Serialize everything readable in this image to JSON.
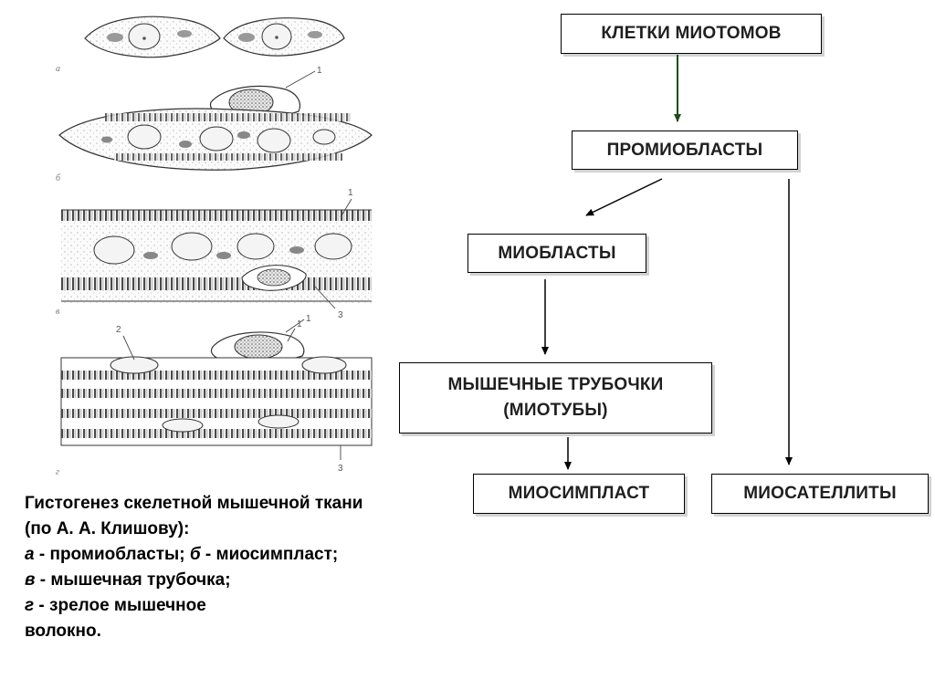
{
  "diagram": {
    "nodes": {
      "myotome_cells": "КЛЕТКИ МИОТОМОВ",
      "promyoblasts": "ПРОМИОБЛАСТЫ",
      "myoblasts": "МИОБЛАСТЫ",
      "myotubes_line1": "МЫШЕЧНЫЕ ТРУБОЧКИ",
      "myotubes_line2": "(МИОТУБЫ)",
      "myosymplast": "МИОСИМПЛАСТ",
      "myosatellites": "МИОСАТЕЛЛИТЫ"
    },
    "edges": [
      {
        "from": "myotome_cells",
        "to": "promyoblasts"
      },
      {
        "from": "promyoblasts",
        "to": "myoblasts"
      },
      {
        "from": "promyoblasts",
        "to": "myosatellites"
      },
      {
        "from": "myoblasts",
        "to": "myotubes"
      },
      {
        "from": "myotubes",
        "to": "myosymplast"
      }
    ],
    "first_arrow_color": "#1e4d1e"
  },
  "figure": {
    "panel_letters": [
      "а",
      "б",
      "в",
      "г"
    ],
    "callouts": [
      "1",
      "1",
      "3",
      "1",
      "2",
      "1",
      "3"
    ]
  },
  "caption": {
    "line1": "Гистогенез скелетной мышечной ткани",
    "line2": "(по А. А. Клишову):",
    "a_letter": "а",
    "a_text": " - промиобласты; ",
    "b_letter": "б",
    "b_text": " - миосимпласт;",
    "v_letter": "в",
    "v_text": " - мышечная трубочка;",
    "g_letter": "г",
    "g_text": " - зрелое мышечное",
    "line6": "волокно."
  }
}
